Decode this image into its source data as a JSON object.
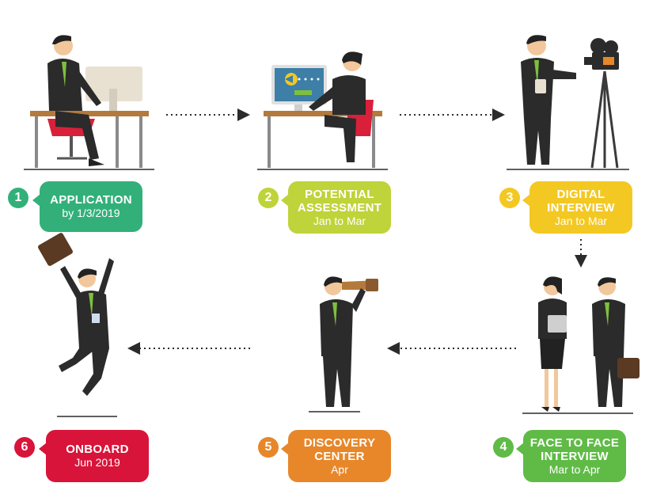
{
  "colors": {
    "step1": "#33b07a",
    "step2": "#bfd33a",
    "step3": "#f3c823",
    "step4": "#5fbb46",
    "step5": "#e7872a",
    "step6": "#d8143a",
    "suit": "#2b2b2b",
    "skin": "#f1c79b",
    "tie": "#7ec03d",
    "arrow": "#2b2b2b"
  },
  "steps": [
    {
      "number": "1",
      "title": "APPLICATION",
      "subtitle": "by 1/3/2019",
      "scene": "desk-computer-icon"
    },
    {
      "number": "2",
      "title_lines": [
        "POTENTIAL",
        "ASSESSMENT"
      ],
      "subtitle": "Jan to Mar",
      "scene": "desk-game-icon"
    },
    {
      "number": "3",
      "title_lines": [
        "DIGITAL",
        "INTERVIEW"
      ],
      "subtitle": "Jan to Mar",
      "scene": "video-camera-icon"
    },
    {
      "number": "4",
      "title_lines": [
        "FACE TO FACE",
        "INTERVIEW"
      ],
      "subtitle": "Mar to Apr",
      "scene": "interview-people-icon"
    },
    {
      "number": "5",
      "title_lines": [
        "DISCOVERY",
        "CENTER"
      ],
      "subtitle": "Apr",
      "scene": "telescope-icon"
    },
    {
      "number": "6",
      "title": "ONBOARD",
      "subtitle": "Jun 2019",
      "scene": "jumping-person-icon"
    }
  ]
}
